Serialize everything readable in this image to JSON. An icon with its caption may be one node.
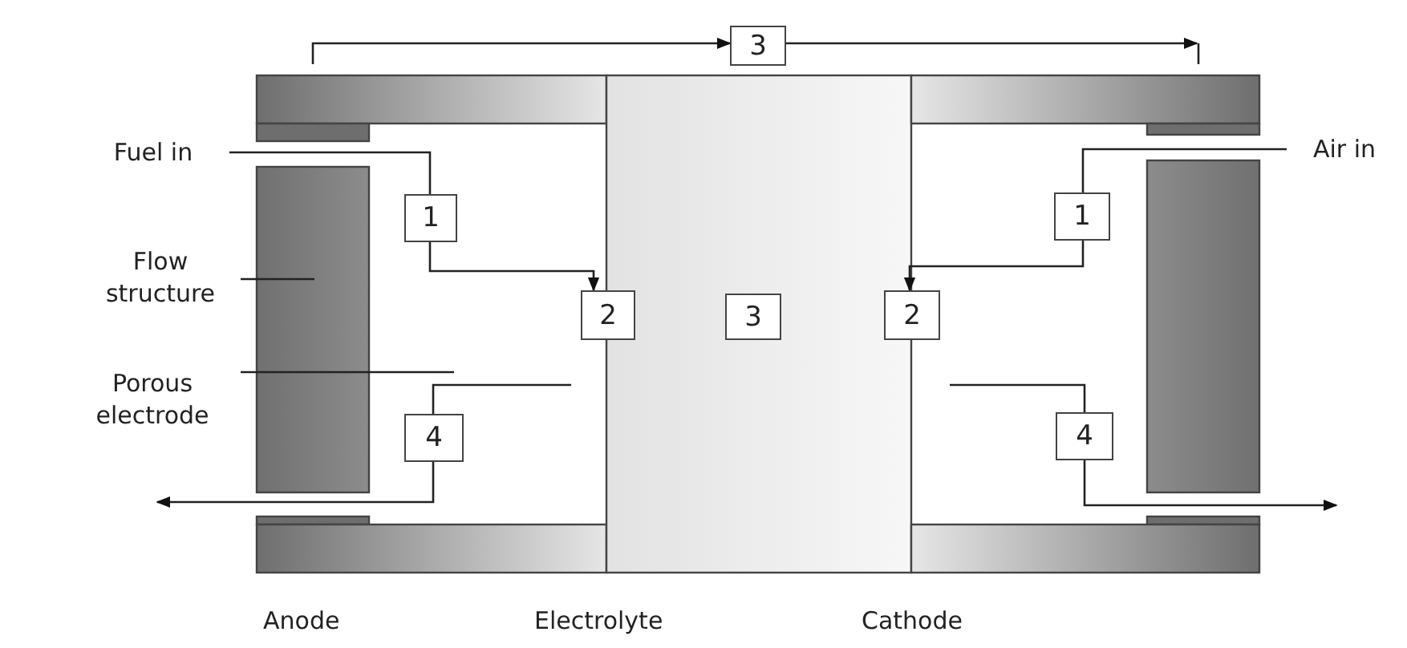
{
  "diagram": {
    "nodes": [
      {
        "text": [
          "3"
        ]
      },
      {
        "text": [
          "Fuel in"
        ]
      },
      {
        "text": [
          "1"
        ]
      },
      {
        "text": [
          "Air in"
        ]
      },
      {
        "text": [
          "1"
        ]
      },
      {
        "text": [
          "Flow structure"
        ]
      },
      {
        "text": [
          "2"
        ]
      },
      {
        "text": [
          "3"
        ]
      },
      {
        "text": [
          "2"
        ]
      },
      {
        "text": [
          "Porous electrode"
        ]
      },
      {
        "text": [
          "4"
        ]
      },
      {
        "text": [
          "4"
        ]
      }
    ],
    "edges": [
      {
        "from": null,
        "to": 0,
        "arrow": "to"
      },
      {
        "from": 0,
        "to": null,
        "arrow": "to"
      },
      {
        "from": 1,
        "to": 2,
        "arrow": "none"
      },
      {
        "from": 2,
        "to": 6,
        "arrow": "to"
      },
      {
        "from": 3,
        "to": 4,
        "arrow": "none"
      },
      {
        "from": 4,
        "to": 8,
        "arrow": "to"
      },
      {
        "from": 5,
        "to": null,
        "arrow": "none"
      },
      {
        "from": 9,
        "to": null,
        "arrow": "none"
      },
      {
        "from": null,
        "to": 10,
        "arrow": "none"
      },
      {
        "from": 10,
        "to": null,
        "arrow": "to"
      },
      {
        "from": null,
        "to": 11,
        "arrow": "none"
      },
      {
        "from": 11,
        "to": null,
        "arrow": "to"
      }
    ],
    "labels": [
      "Anode",
      "Electrolyte",
      "Cathode"
    ]
  }
}
